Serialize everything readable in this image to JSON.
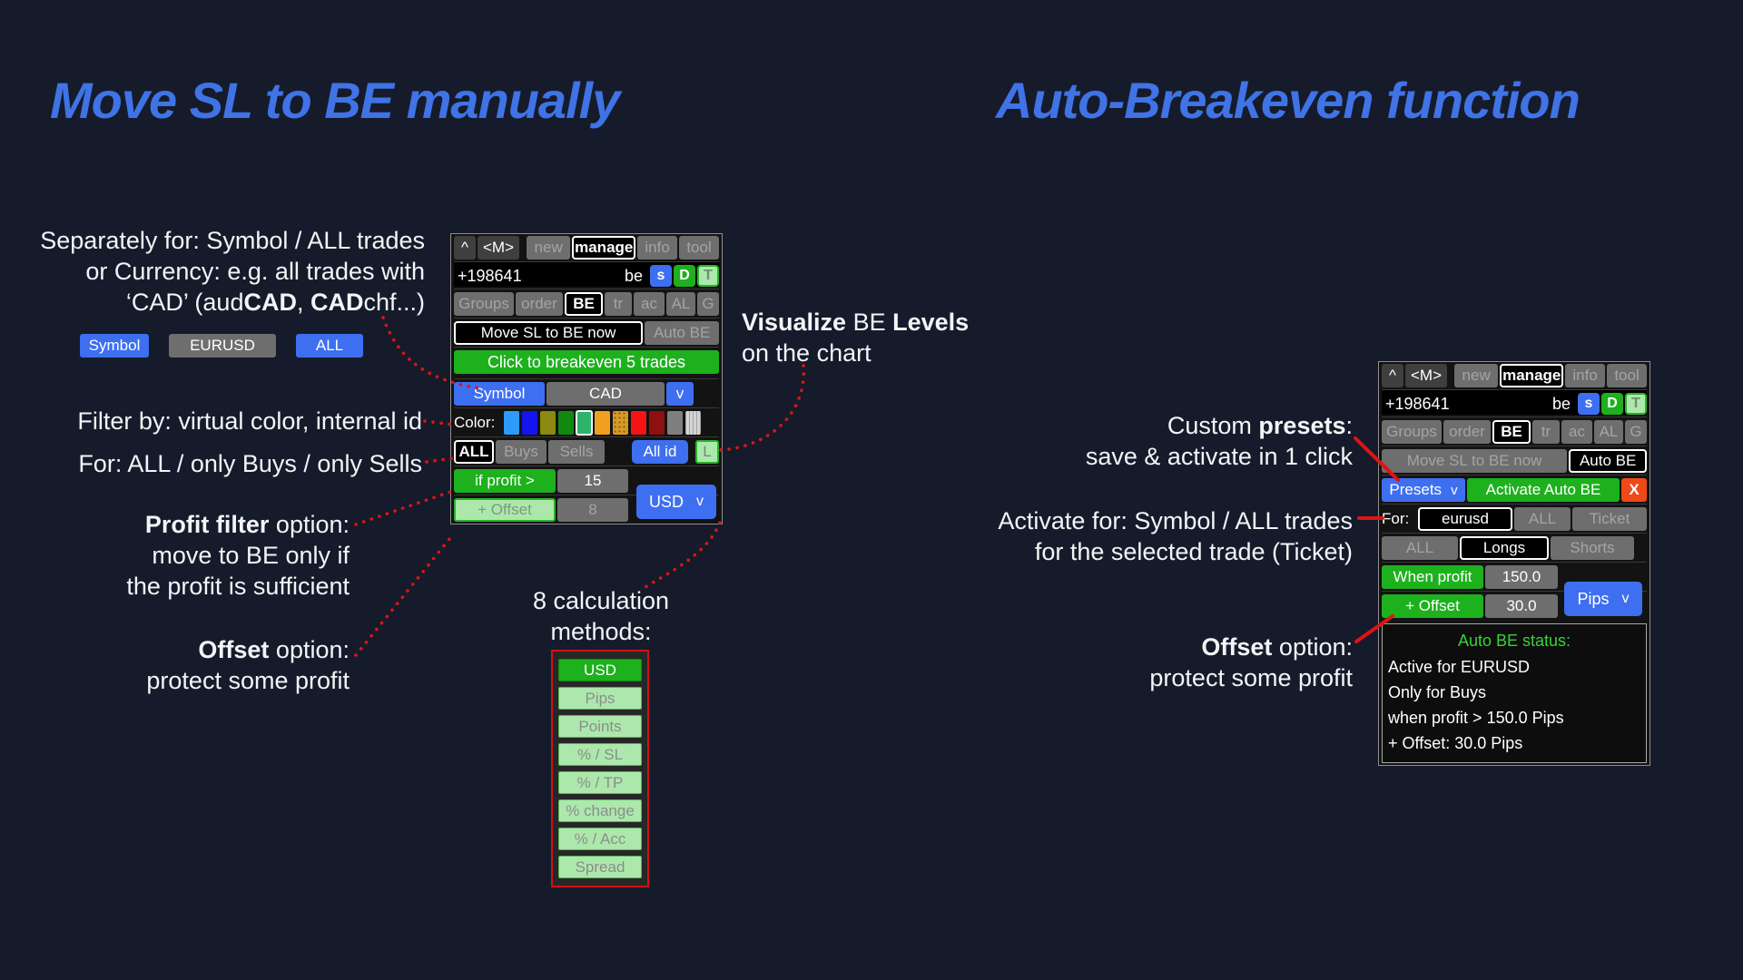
{
  "colors": {
    "background": "#161b2b",
    "title_blue": "#3f73e6",
    "accent_blue": "#3e6ff0",
    "accent_green": "#1db11d",
    "pale_green": "#ace8ac",
    "callout_red": "#dd1414",
    "gray_button": "#6e6e6e"
  },
  "titles": {
    "left": "Move SL to BE manually",
    "right": "Auto-Breakeven function"
  },
  "ann_left": {
    "sep_l1": "Separately for: Symbol / ALL trades",
    "sep_l2": "or Currency:  e.g. all trades with",
    "sep_l3a": "‘CAD’ (aud",
    "sep_l3b": "CAD",
    "sep_l3c": ", ",
    "sep_l3d": "CAD",
    "sep_l3e": "chf...)",
    "chip_symbol": "Symbol",
    "chip_eurusd": "EURUSD",
    "chip_all": "ALL",
    "filter": "Filter by: virtual color, internal id",
    "for": "For: ALL / only Buys / only Sells",
    "profit_b": "Profit filter",
    "profit_rest": " option:",
    "profit_l2": "move to BE only if",
    "profit_l3": "the profit is sufficient",
    "offset_b": "Offset",
    "offset_rest": " option:",
    "offset_l2": "protect some profit",
    "vis_b1": "Visualize",
    "vis_m": " BE ",
    "vis_b2": "Levels",
    "vis_l2": "on the chart",
    "methods_t1": "8 calculation",
    "methods_t2": "methods:",
    "methods": [
      "USD",
      "Pips",
      "Points",
      "% / SL",
      "% / TP",
      "% change",
      "% / Acc",
      "Spread"
    ]
  },
  "panel_left": {
    "tabs": {
      "caret": "^",
      "m": "<M>",
      "new": "new",
      "manage": "manage",
      "info": "info",
      "tool": "tool"
    },
    "ticket": {
      "id": "+198641",
      "be": "be",
      "s": "s",
      "d": "D",
      "t": "T"
    },
    "nav": {
      "groups": "Groups",
      "order": "order",
      "be": "BE",
      "tr": "tr",
      "ac": "ac",
      "al": "AL",
      "g": "G"
    },
    "move": "Move SL to BE now",
    "auto": "Auto BE",
    "breakeven": "Click to breakeven 5 trades",
    "scope_sel": "Symbol",
    "scope_val": "CAD",
    "scope_dd": "v",
    "color_label": "Color:",
    "swatches": [
      "#2e9bfa",
      "#1414f0",
      "#8a8a10",
      "#0f8a0f",
      "#2eb46a",
      "#f0a01e",
      "#d89a28",
      "#f51414",
      "#8e1010",
      "#7f7f7f",
      "#d4d4d4"
    ],
    "side_all": "ALL",
    "side_buys": "Buys",
    "side_sells": "Sells",
    "allid": "All id",
    "lbtn": "L",
    "profit_label": "if profit >",
    "profit_value": "15",
    "offset_label": "+ Offset",
    "offset_value": "8",
    "unit": "USD",
    "unit_dd": "v"
  },
  "panel_right": {
    "tabs": {
      "caret": "^",
      "m": "<M>",
      "new": "new",
      "manage": "manage",
      "info": "info",
      "tool": "tool"
    },
    "ticket": {
      "id": "+198641",
      "be": "be",
      "s": "s",
      "d": "D",
      "t": "T"
    },
    "nav": {
      "groups": "Groups",
      "order": "order",
      "be": "BE",
      "tr": "tr",
      "ac": "ac",
      "al": "AL",
      "g": "G"
    },
    "move": "Move SL to BE now",
    "auto": "Auto BE",
    "presets": "Presets",
    "presets_dd": "v",
    "activate": "Activate Auto BE",
    "close": "X",
    "for_label": "For:",
    "for_sym": "eurusd",
    "for_all": "ALL",
    "for_ticket": "Ticket",
    "dir_all": "ALL",
    "dir_longs": "Longs",
    "dir_shorts": "Shorts",
    "profit_label": "When profit",
    "profit_value": "150.0",
    "offset_label": "+ Offset",
    "offset_value": "30.0",
    "unit": "Pips",
    "unit_dd": "v",
    "status_title": "Auto BE status:",
    "status_l1": "Active for EURUSD",
    "status_l2": "Only for Buys",
    "status_l3": "when profit > 150.0 Pips",
    "status_l4": "+ Offset: 30.0 Pips"
  },
  "ann_right": {
    "presets_a": "Custom ",
    "presets_b": "presets",
    "presets_c": ":",
    "presets_l2": "save & activate in 1 click",
    "act_l1": "Activate for: Symbol / ALL trades",
    "act_l2": "for the selected trade (Ticket)",
    "offset_b": "Offset",
    "offset_rest": " option:",
    "offset_l2": "protect some profit"
  }
}
